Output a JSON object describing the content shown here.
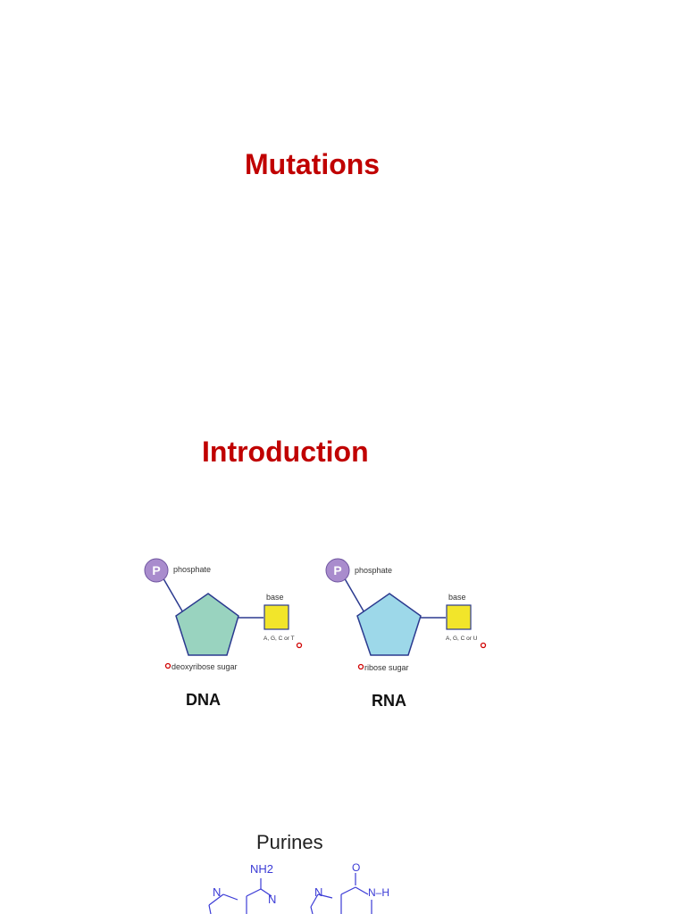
{
  "slide1": {
    "title": "Mutations"
  },
  "slide2": {
    "title": "Introduction",
    "dna": {
      "phosphate_symbol": "P",
      "phosphate_label": "phosphate",
      "base_label": "base",
      "bases_text": "A, G, C or T",
      "sugar_label": "deoxyribose sugar",
      "caption": "DNA",
      "sugar_color": "#99d3bf",
      "base_color": "#f2e52a",
      "phosphate_color": "#a98ccd"
    },
    "rna": {
      "phosphate_symbol": "P",
      "phosphate_label": "phosphate",
      "base_label": "base",
      "bases_text": "A, G, C or U",
      "sugar_label": "ribose sugar",
      "caption": "RNA",
      "sugar_color": "#9dd8e9",
      "base_color": "#f2e52a",
      "phosphate_color": "#a98ccd"
    }
  },
  "slide3": {
    "title": "Purines",
    "molecule_labels": {
      "nh2": "NH2",
      "o": "O",
      "n": "N",
      "nh": "N–H"
    }
  },
  "colors": {
    "title": "#c00000",
    "structure_blue": "#3b3bd6",
    "line": "#2b3a8f"
  }
}
